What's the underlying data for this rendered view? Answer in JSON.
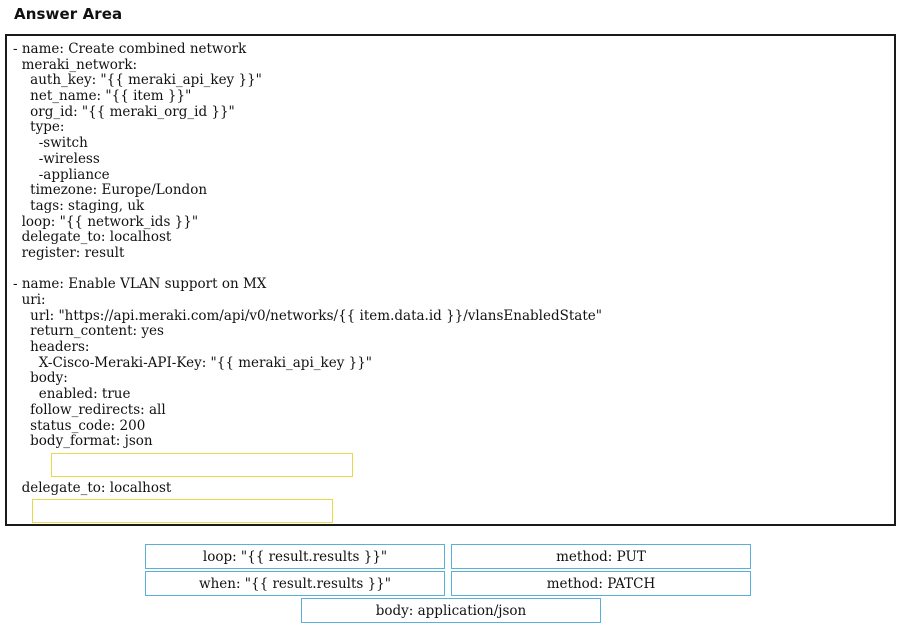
{
  "header": {
    "title": "Answer Area"
  },
  "code": {
    "lines": [
      "- name: Create combined network",
      "  meraki_network:",
      "    auth_key: \"{{ meraki_api_key }}\"",
      "    net_name: \"{{ item }}\"",
      "    org_id: \"{{ meraki_org_id }}\"",
      "    type:",
      "      -switch",
      "      -wireless",
      "      -appliance",
      "    timezone: Europe/London",
      "    tags: staging, uk",
      "  loop: \"{{ network_ids }}\"",
      "  delegate_to: localhost",
      "  register: result",
      "",
      "- name: Enable VLAN support on MX",
      "  uri:",
      "    url: \"https://api.meraki.com/api/v0/networks/{{ item.data.id }}/vlansEnabledState\"",
      "    return_content: yes",
      "    headers:",
      "      X-Cisco-Meraki-API-Key: \"{{ meraki_api_key }}\"",
      "    body:",
      "      enabled: true",
      "    follow_redirects: all",
      "    status_code: 200",
      "    body_format: json",
      "",
      "",
      "  delegate_to: localhost"
    ]
  },
  "options": [
    {
      "label": "loop: \"{{ result.results }}\""
    },
    {
      "label": "method: PUT"
    },
    {
      "label": "when: \"{{ result.results }}\""
    },
    {
      "label": "method: PATCH"
    },
    {
      "label": "body: application/json"
    }
  ]
}
